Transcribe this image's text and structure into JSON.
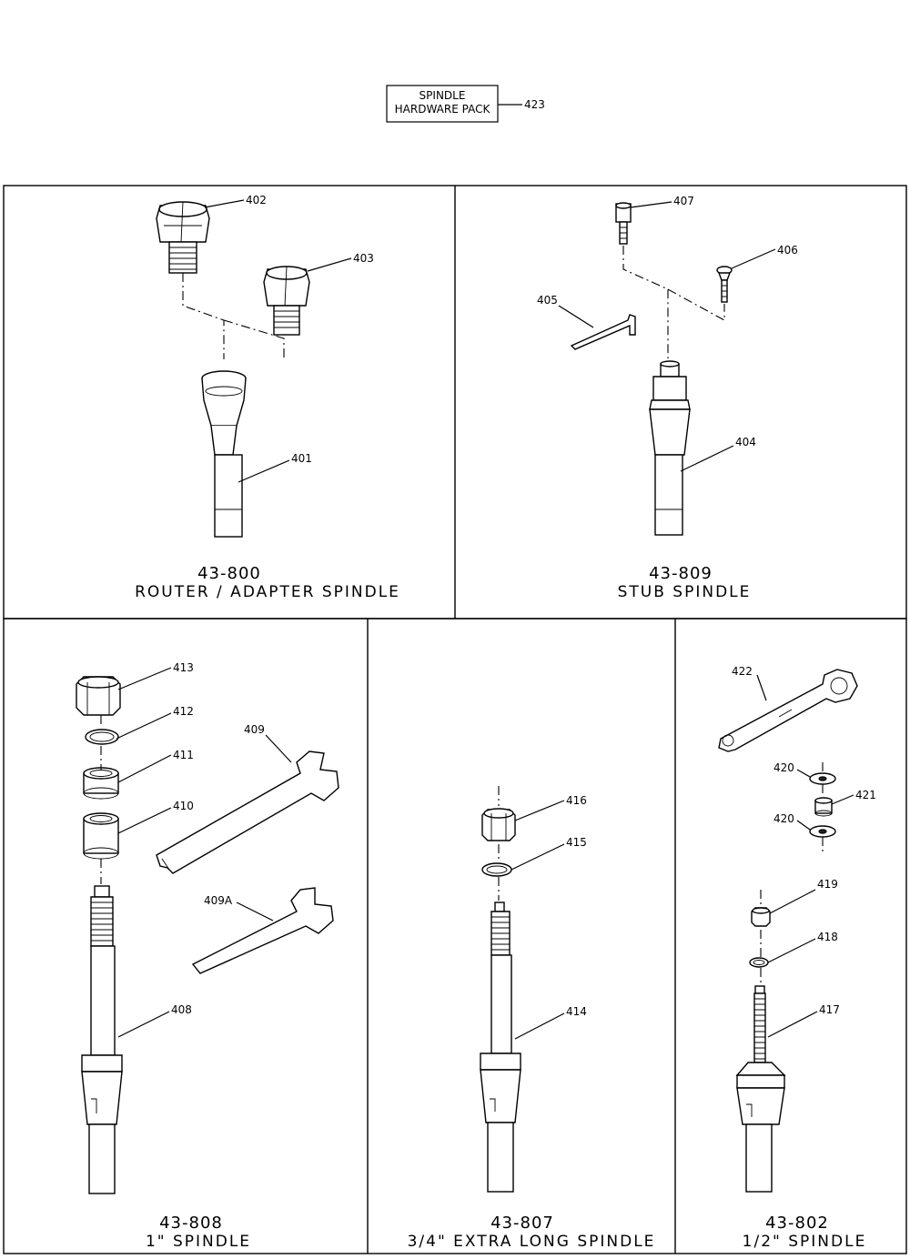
{
  "hardware_pack": {
    "line1": "SPINDLE",
    "line2": "HARDWARE PACK",
    "callout": "423"
  },
  "panels": {
    "router": {
      "kit_number": "43-800",
      "kit_name": "ROUTER / ADAPTER SPINDLE",
      "callouts": {
        "c402": "402",
        "c403": "403",
        "c401": "401"
      }
    },
    "stub": {
      "kit_number": "43-809",
      "kit_name": "STUB SPINDLE",
      "callouts": {
        "c407": "407",
        "c406": "406",
        "c405": "405",
        "c404": "404"
      }
    },
    "one_inch": {
      "kit_number": "43-808",
      "kit_name": "1\" SPINDLE",
      "callouts": {
        "c413": "413",
        "c412": "412",
        "c411": "411",
        "c410": "410",
        "c409": "409",
        "c409a": "409A",
        "c408": "408"
      }
    },
    "three_quarter": {
      "kit_number": "43-807",
      "kit_name": "3/4\" EXTRA LONG SPINDLE",
      "callouts": {
        "c416": "416",
        "c415": "415",
        "c414": "414"
      }
    },
    "half_inch": {
      "kit_number": "43-802",
      "kit_name": "1/2\" SPINDLE",
      "callouts": {
        "c422": "422",
        "c420a": "420",
        "c421": "421",
        "c420b": "420",
        "c419": "419",
        "c418": "418",
        "c417": "417"
      }
    }
  }
}
